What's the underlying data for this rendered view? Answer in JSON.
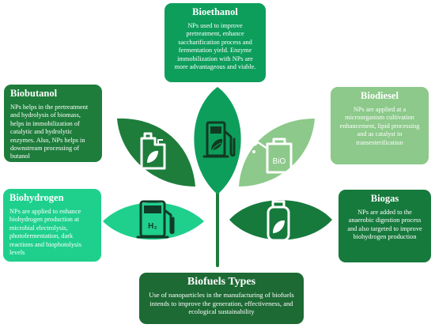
{
  "colors": {
    "bioethanol": "#0d9e5c",
    "biobutanol": "#1e7d3b",
    "biodiesel": "#8cc98a",
    "biohydrogen": "#1fd08d",
    "biogas": "#167a3c",
    "biofuels": "#1d6a34",
    "stem": "#1f7a3d"
  },
  "boxes": {
    "bioethanol": {
      "title": "Bioethanol",
      "desc": "NPs used to improve pretreatment, enhance saccharification process and fermentation yield. Enzyme immobilization with NPs are more advantageous and viable."
    },
    "biobutanol": {
      "title": "Biobutanol",
      "desc": "NPs helps in the pretreatment and hydrolysis of biomass, helps in immobilization of catalytic and hydrolytic enzymes. Also, NPs helps in downstream processing of butanol"
    },
    "biodiesel": {
      "title": "Biodiesel",
      "desc": "NPs are applied at a microorganism cultivation enhancement, lipid processing and as catalyst in transesterification"
    },
    "biohydrogen": {
      "title": "Biohydrogen",
      "desc": "NPs are applied to enhance biohydrogen production at microbial electrolysis, photofermentation, dark reactions and biophotolysis levels"
    },
    "biogas": {
      "title": "Biogas",
      "desc": "NPs are added to the anaerobic digestion process and also targeted to improve biohydrogen production"
    },
    "biofuels": {
      "title": "Biofuels Types",
      "desc": "Use of nanoparticles in the manufacturing of biofuels intends to improve the generation, effectiveness, and ecological sustainability"
    }
  },
  "icons": {
    "biodiesel_label": "BiO",
    "biohydrogen_label": "H₂"
  }
}
